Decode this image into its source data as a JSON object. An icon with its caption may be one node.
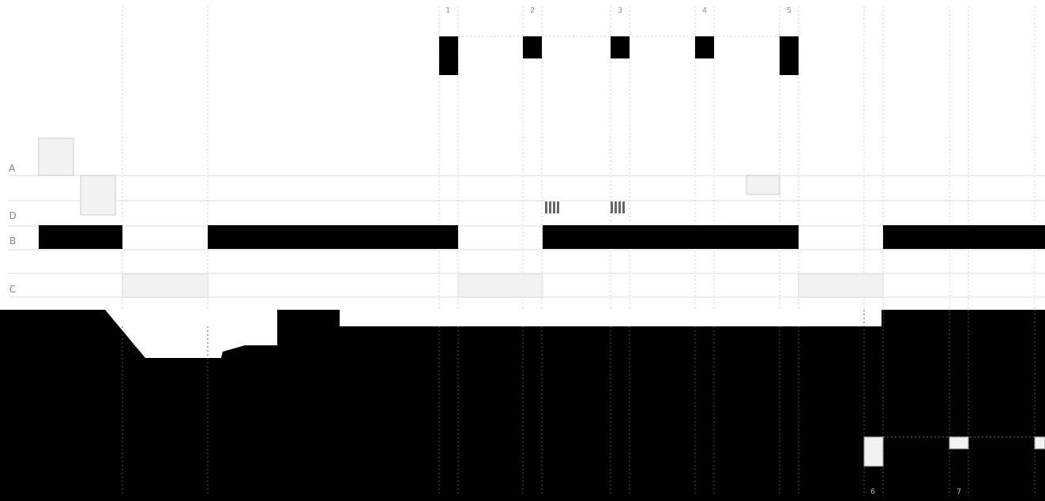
{
  "diagram": {
    "labels": [
      "1",
      "2",
      "3",
      "4",
      "5",
      "A",
      "D",
      "B",
      "C",
      "6",
      "7"
    ]
  }
}
